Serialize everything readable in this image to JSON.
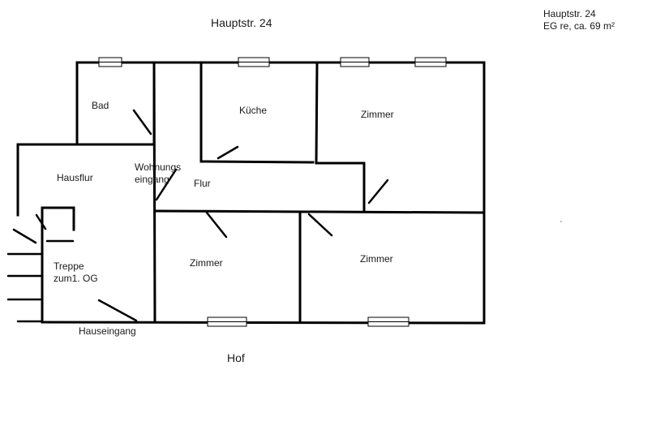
{
  "header": {
    "title": "Hauptstr. 24",
    "info_line1": "Hauptstr. 24",
    "info_line2": "EG re, ca. 69 m²"
  },
  "rooms": {
    "bad": "Bad",
    "kueche": "Küche",
    "zimmer_top": "Zimmer",
    "hausflur": "Hausflur",
    "wohnungseingang_1": "Wohnungs",
    "wohnungseingang_2": "eingang",
    "flur": "Flur",
    "zimmer_bottom_left": "Zimmer",
    "zimmer_bottom_right": "Zimmer",
    "treppe_1": "Treppe",
    "treppe_2": "zum1. OG",
    "hauseingang": "Hauseingang"
  },
  "outside": {
    "hof": "Hof"
  }
}
